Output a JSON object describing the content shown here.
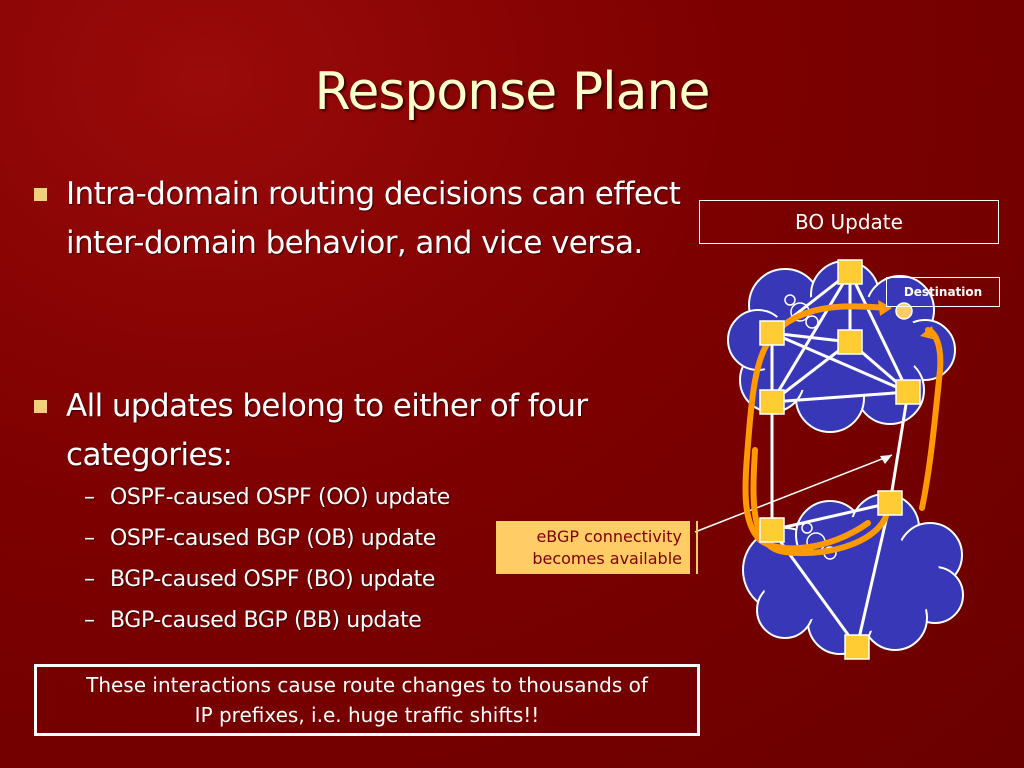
{
  "title": "Response Plane",
  "bullets": [
    "Intra-domain routing decisions can effect inter-domain behavior, and vice versa.",
    "All updates belong to either of four categories:"
  ],
  "subbullets": [
    "OSPF-caused OSPF (OO) update",
    "OSPF-caused BGP (OB) update",
    "BGP-caused OSPF (BO) update",
    "BGP-caused BGP (BB) update"
  ],
  "note": {
    "line1": "These interactions cause route changes to thousands of",
    "line2": "IP prefixes, i.e. huge traffic shifts!!"
  },
  "diagram": {
    "update_label": "BO Update",
    "destination_label": "Destination",
    "callout_line1": "eBGP connectivity",
    "callout_line2": "becomes available",
    "colors": {
      "background": "#7d0000",
      "cloud": "#3333bb",
      "router": "#ffcc33",
      "path": "#ff9900",
      "callout": "#ffcc66"
    }
  }
}
